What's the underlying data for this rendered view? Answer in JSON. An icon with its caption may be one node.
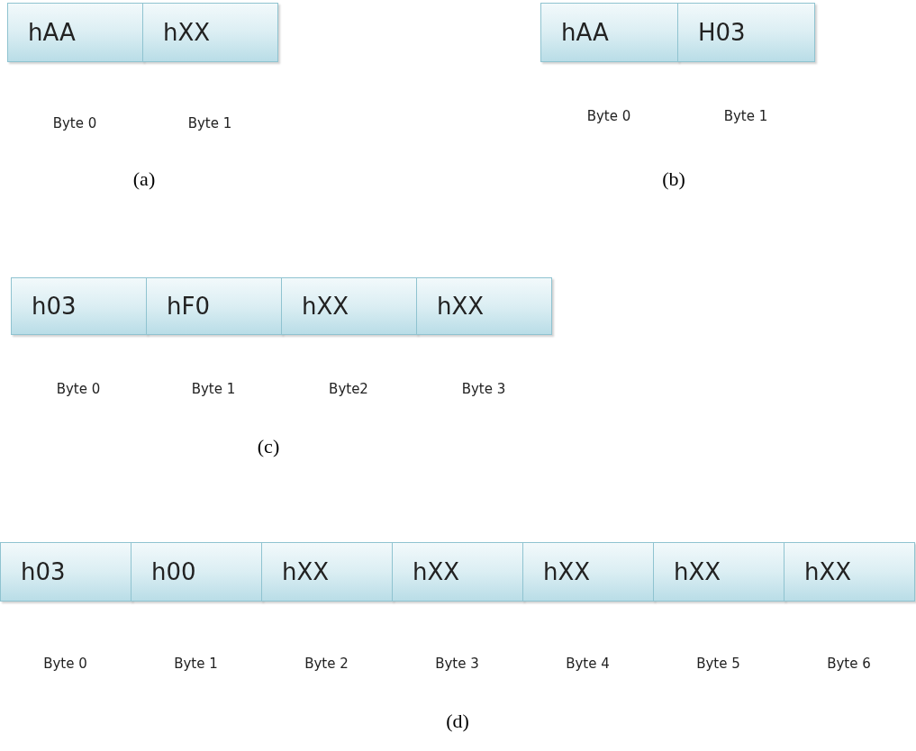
{
  "diagram": {
    "nodes": [
      {
        "text": [
          "hAA"
        ]
      },
      {
        "text": [
          "hXX"
        ]
      },
      {
        "text": [
          "hAA"
        ]
      },
      {
        "text": [
          "H03"
        ]
      },
      {
        "text": [
          "h03"
        ]
      },
      {
        "text": [
          "hF0"
        ]
      },
      {
        "text": [
          "hXX"
        ]
      },
      {
        "text": [
          "hXX"
        ]
      },
      {
        "text": [
          "h03"
        ]
      },
      {
        "text": [
          "h00"
        ]
      },
      {
        "text": [
          "hXX"
        ]
      },
      {
        "text": [
          "hXX"
        ]
      },
      {
        "text": [
          "hXX"
        ]
      },
      {
        "text": [
          "hXX"
        ]
      },
      {
        "text": [
          "hXX"
        ]
      }
    ],
    "labels": [
      "Byte 0",
      "Byte 1",
      "Byte 0",
      "Byte 1",
      "(a)",
      "(b)",
      "Byte 0",
      "Byte 1",
      "Byte2",
      "Byte 3",
      "(c)",
      "Byte 0",
      "Byte 1",
      "Byte 2",
      "Byte 3",
      "Byte 4",
      "Byte 5",
      "Byte 6",
      "(d)"
    ]
  }
}
